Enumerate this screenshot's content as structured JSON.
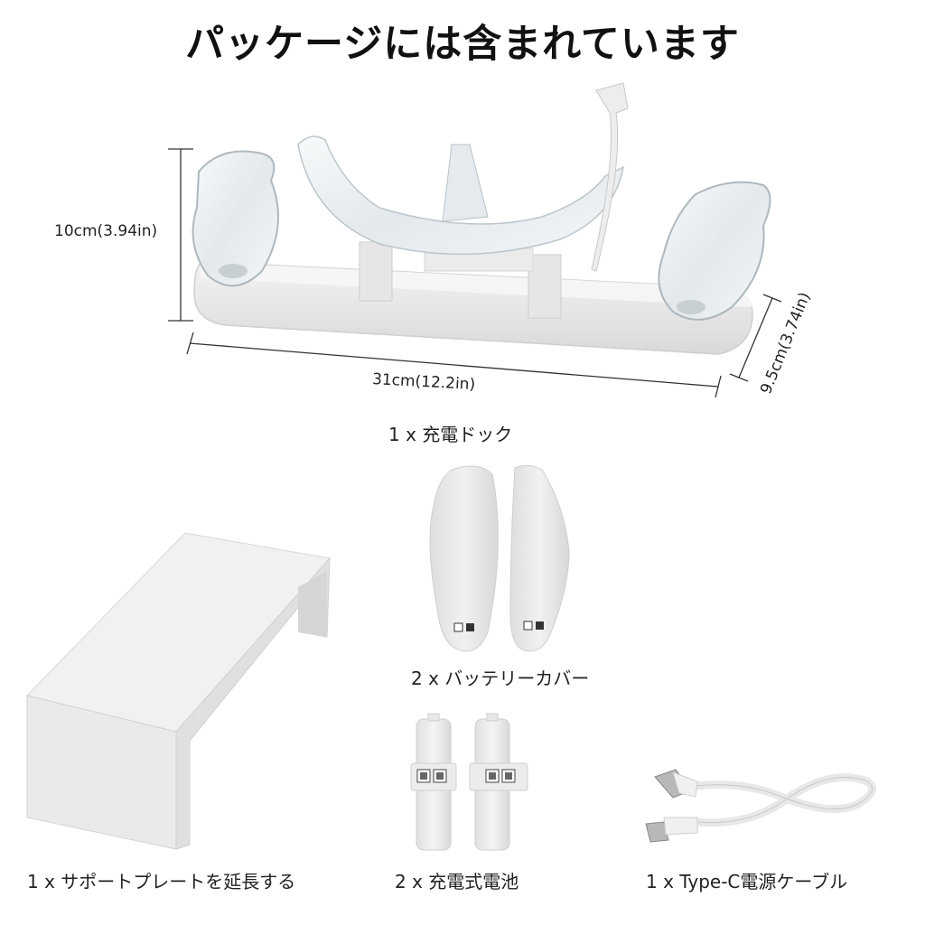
{
  "title": "パッケージには含まれています",
  "dock": {
    "label": "1 x 充電ドック",
    "dim_height": "10cm(3.94in)",
    "dim_length": "31cm(12.2in)",
    "dim_depth": "9.5cm(3.74in)"
  },
  "items": {
    "support_plate": "1 x サポートプレートを延長する",
    "battery_cover": "2 x バッテリーカバー",
    "battery": "2 x 充電式電池",
    "cable": "1 x Type-C電源ケーブル"
  },
  "colors": {
    "product_white": "#ececec",
    "shadow": "#d2d2d2",
    "clear_plastic": "#dfe6ea"
  },
  "icons": [
    "charging-dock-image",
    "support-plate-image",
    "battery-cover-image",
    "battery-image",
    "usb-cable-image"
  ]
}
